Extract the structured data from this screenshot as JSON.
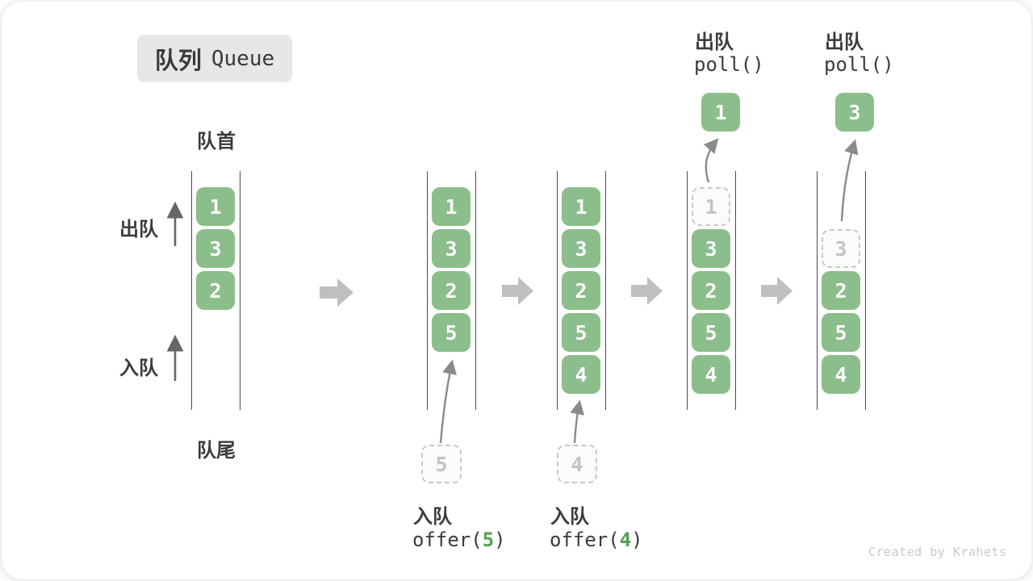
{
  "title": {
    "zh": "队列",
    "en": "Queue"
  },
  "labels": {
    "front": "队首",
    "rear": "队尾",
    "dequeue": "出队",
    "enqueue": "入队"
  },
  "queues": [
    {
      "slots": [
        "1",
        "3",
        "2"
      ]
    },
    {
      "slots": [
        "1",
        "3",
        "2",
        "5"
      ],
      "pending": "5"
    },
    {
      "slots": [
        "1",
        "3",
        "2",
        "5",
        "4"
      ],
      "pending": "4"
    },
    {
      "slots": [
        "3",
        "2",
        "5",
        "4"
      ],
      "ghost": "1",
      "result": "1"
    },
    {
      "slots": [
        "2",
        "5",
        "4"
      ],
      "ghost": "3",
      "result": "3"
    }
  ],
  "operations": {
    "enqueue5": {
      "label": "入队",
      "fn_open": "offer(",
      "arg": "5",
      "fn_close": ")"
    },
    "enqueue4": {
      "label": "入队",
      "fn_open": "offer(",
      "arg": "4",
      "fn_close": ")"
    },
    "poll1": {
      "label": "出队",
      "code": "poll()"
    },
    "poll2": {
      "label": "出队",
      "code": "poll()"
    }
  },
  "watermark": "Created by Krahets",
  "colors": {
    "item_green": "#8BBE8B",
    "code_arg_green": "#52A052",
    "block_arrow_gray": "#BFBFBF",
    "queue_line": "#4A4A4A",
    "ghost_gray": "#C8C8C8"
  }
}
